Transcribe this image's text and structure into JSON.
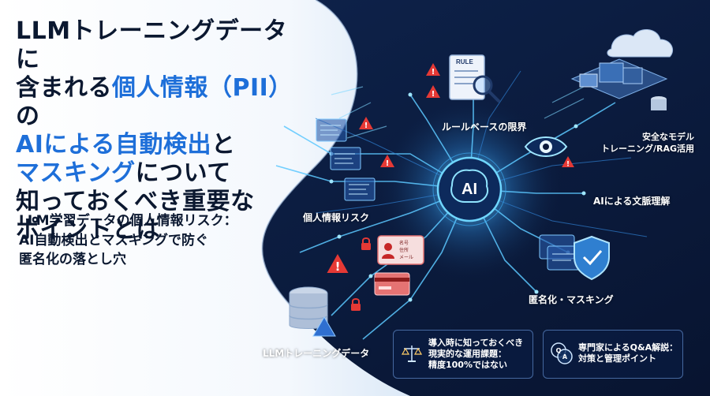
{
  "title": {
    "line1": "LLMトレーニングデータに",
    "line2_pre": "含まれる",
    "line2_hl": "個人情報（PII）",
    "line2_post": "の",
    "line3_hl": "AIによる自動検出",
    "line3_post": "と",
    "line4_hl": "マスキング",
    "line4_post": "について",
    "line5": "知っておくべき重要な",
    "line6": "ポイントとは"
  },
  "subtitle": {
    "line1": "LLM学習データの個人情報リスク：",
    "line2": "AI自動検出とマスキングで防ぐ",
    "line3": "匿名化の落とし穴"
  },
  "hub": {
    "label": "AI"
  },
  "rule_doc": {
    "label": "RULE"
  },
  "id_card": {
    "line1": "名号",
    "line2": "住所",
    "line3": "メール"
  },
  "labels": {
    "rule_based": "ルールベースの限界",
    "safe_model_line1": "安全なモデル",
    "safe_model_line2": "トレーニング/RAG活用",
    "context": "AIによる文脈理解",
    "pii_risk": "個人情報リスク",
    "masking": "匿名化・マスキング",
    "llm_data": "LLMトレーニングデータ"
  },
  "box_left": {
    "line1": "導入時に知っておくべき",
    "line2": "現実的な運用課題：",
    "line3": "精度100%ではない",
    "icon": "scale-icon"
  },
  "box_right": {
    "line1": "専門家によるQ&A解説：",
    "line2": "対策と管理ポイント",
    "icon": "qa-bubbles-icon"
  },
  "colors": {
    "background": "#0b1a3a",
    "accent": "#1e6fd9",
    "glow": "#4fc3ff",
    "warning": "#e53935"
  }
}
